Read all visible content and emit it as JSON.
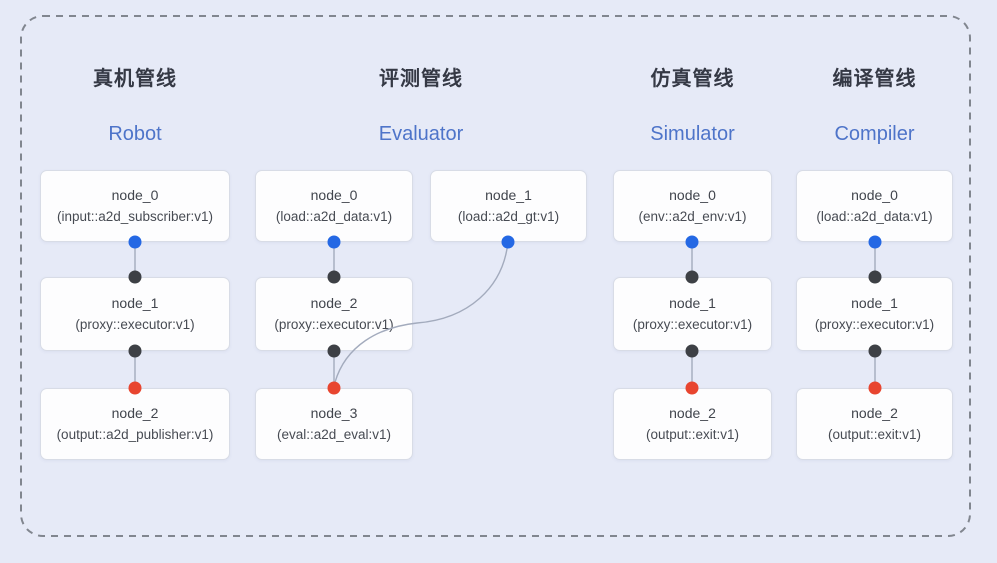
{
  "colors": {
    "background": "#e6eaf7",
    "accent_blue": "#4e74c9",
    "title_dark": "#353945",
    "input_port": "#2468e4",
    "internal_port": "#3d4045",
    "output_port": "#e8452f",
    "edge_line": "#a3abbd",
    "dashed_border": "#81868f"
  },
  "pipelines": [
    {
      "title_zh": "真机管线",
      "title_en": "Robot",
      "nodes": [
        {
          "name": "node_0",
          "detail": "(input::a2d_subscriber:v1)"
        },
        {
          "name": "node_1",
          "detail": "(proxy::executor:v1)"
        },
        {
          "name": "node_2",
          "detail": "(output::a2d_publisher:v1)"
        }
      ]
    },
    {
      "title_zh": "评测管线",
      "title_en": "Evaluator",
      "nodes": [
        {
          "name": "node_0",
          "detail": "(load::a2d_data:v1)"
        },
        {
          "name": "node_1",
          "detail": "(load::a2d_gt:v1)"
        },
        {
          "name": "node_2",
          "detail": "(proxy::executor:v1)"
        },
        {
          "name": "node_3",
          "detail": "(eval::a2d_eval:v1)"
        }
      ]
    },
    {
      "title_zh": "仿真管线",
      "title_en": "Simulator",
      "nodes": [
        {
          "name": "node_0",
          "detail": "(env::a2d_env:v1)"
        },
        {
          "name": "node_1",
          "detail": "(proxy::executor:v1)"
        },
        {
          "name": "node_2",
          "detail": "(output::exit:v1)"
        }
      ]
    },
    {
      "title_zh": "编译管线",
      "title_en": "Compiler",
      "nodes": [
        {
          "name": "node_0",
          "detail": "(load::a2d_data:v1)"
        },
        {
          "name": "node_1",
          "detail": "(proxy::executor:v1)"
        },
        {
          "name": "node_2",
          "detail": "(output::exit:v1)"
        }
      ]
    }
  ]
}
